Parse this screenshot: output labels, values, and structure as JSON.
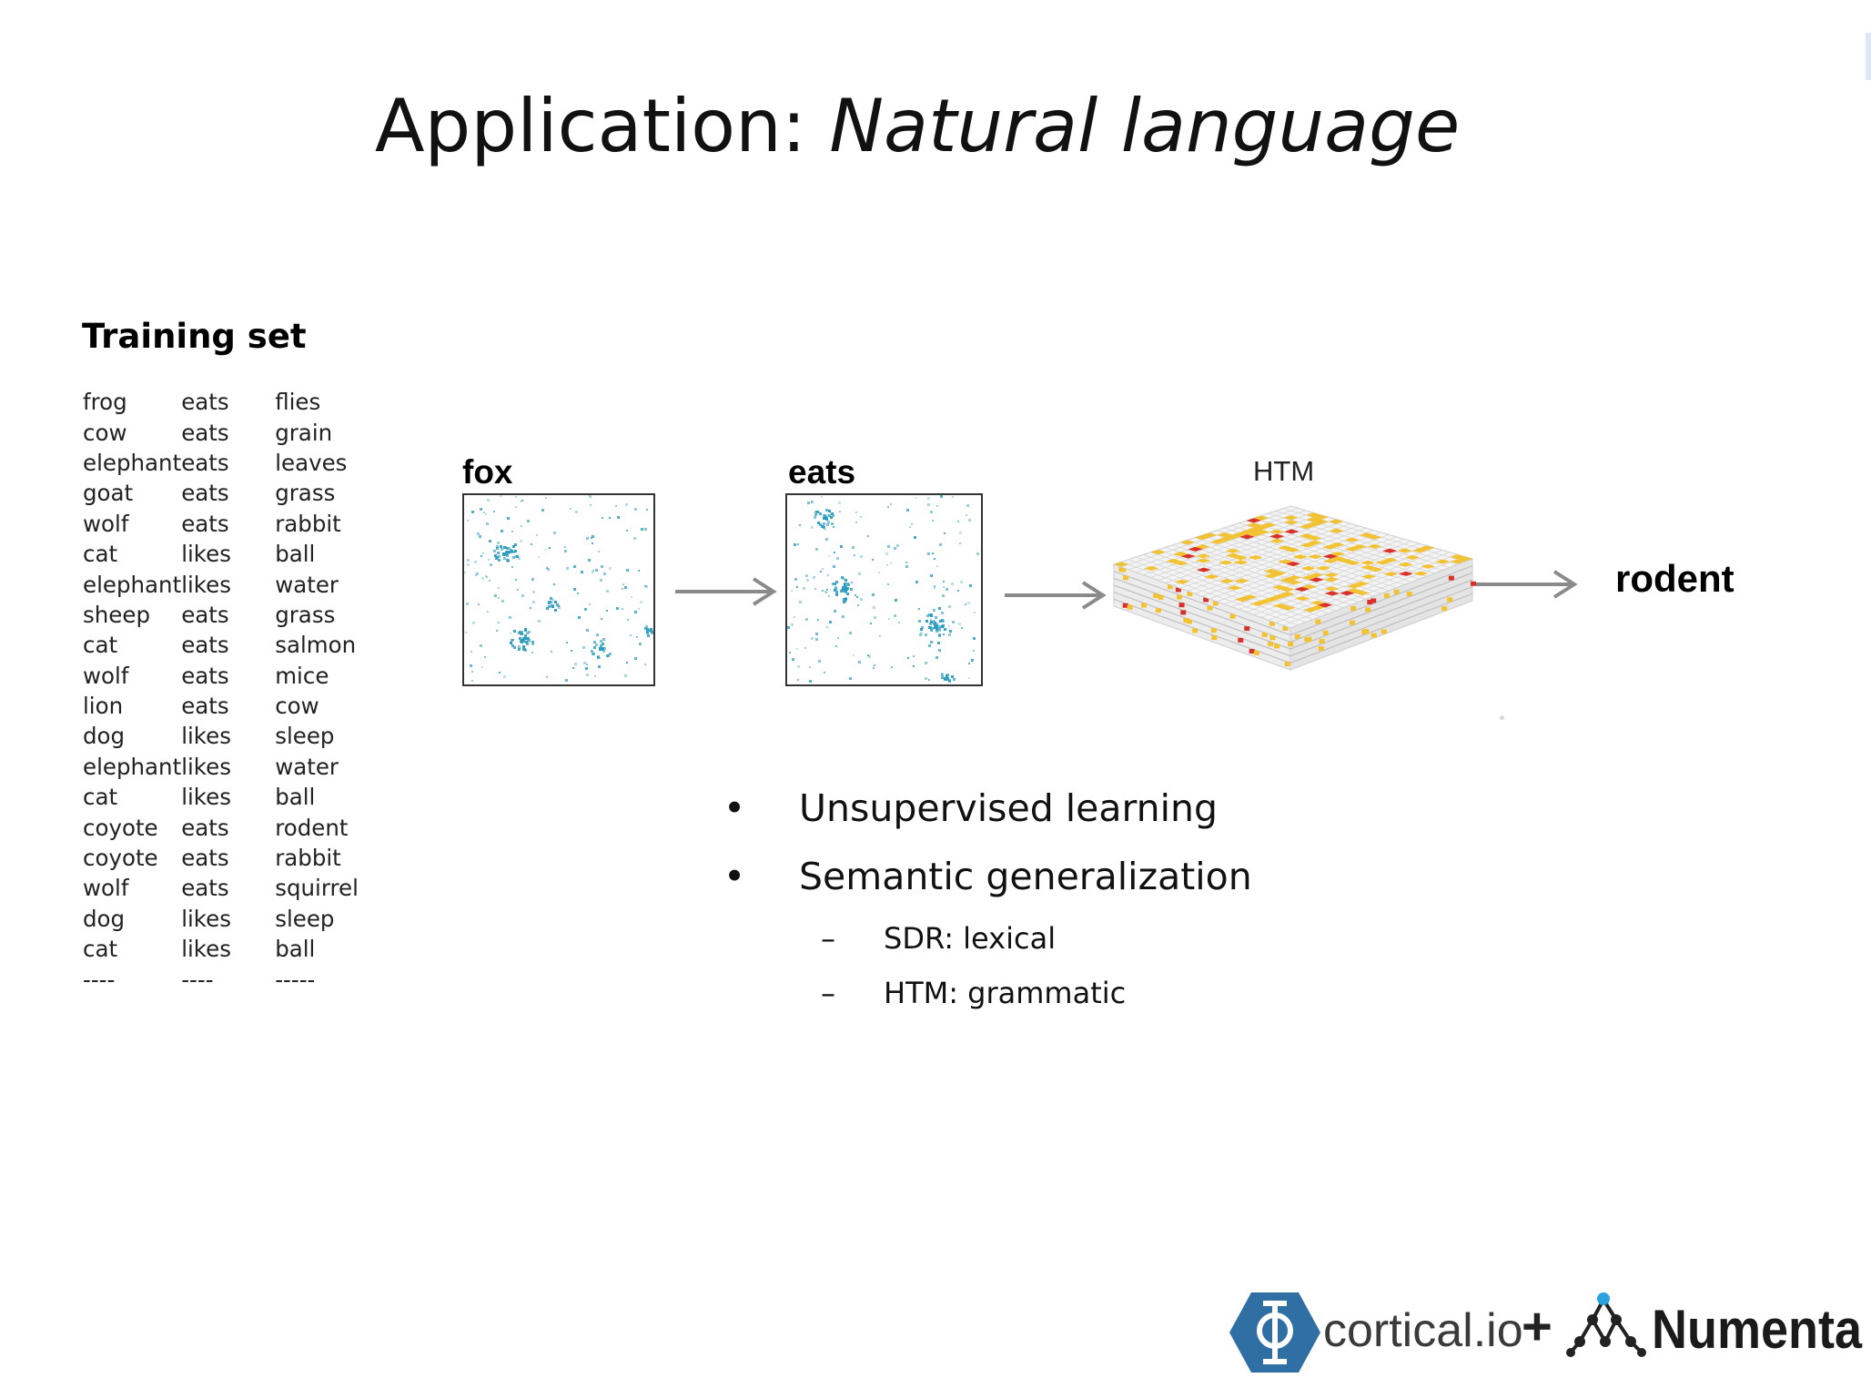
{
  "title": {
    "prefix": "Application: ",
    "emphasis": "Natural language"
  },
  "training_set": {
    "heading": "Training set",
    "rows": [
      [
        "frog",
        "eats",
        "flies"
      ],
      [
        "cow",
        "eats",
        "grain"
      ],
      [
        "elephant",
        "eats",
        "leaves"
      ],
      [
        "goat",
        "eats",
        "grass"
      ],
      [
        "wolf",
        "eats",
        "rabbit"
      ],
      [
        "cat",
        "likes",
        "ball"
      ],
      [
        "elephant",
        "likes",
        "water"
      ],
      [
        "sheep",
        "eats",
        "grass"
      ],
      [
        "cat",
        "eats",
        "salmon"
      ],
      [
        "wolf",
        "eats",
        "mice"
      ],
      [
        "lion",
        "eats",
        "cow"
      ],
      [
        "dog",
        "likes",
        "sleep"
      ],
      [
        "elephant",
        "likes",
        "water"
      ],
      [
        "cat",
        "likes",
        "ball"
      ],
      [
        "coyote",
        "eats",
        "rodent"
      ],
      [
        "coyote",
        "eats",
        "rabbit"
      ],
      [
        "wolf",
        "eats",
        "squirrel"
      ],
      [
        "dog",
        "likes",
        "sleep"
      ],
      [
        "cat",
        "likes",
        "ball"
      ],
      [
        "----",
        "----",
        "-----"
      ]
    ]
  },
  "diagram": {
    "input_word_1": "fox",
    "input_word_2": "eats",
    "htm_label": "HTM",
    "output_word": "rodent"
  },
  "bullets": {
    "items": [
      "Unsupervised learning",
      "Semantic generalization"
    ],
    "subitems": [
      "SDR: lexical",
      "HTM: grammatic"
    ]
  },
  "logos": {
    "cortical": "cortical.io",
    "plus": "+",
    "numenta": "Numenta"
  },
  "colors": {
    "sdr_dot": "#2a9cbf",
    "arrow": "#8a8a8a",
    "htm_yellow": "#f2c230",
    "htm_red": "#d9302a",
    "cortical_blue": "#2f6fa3",
    "numenta_blue": "#2aa3e0"
  }
}
